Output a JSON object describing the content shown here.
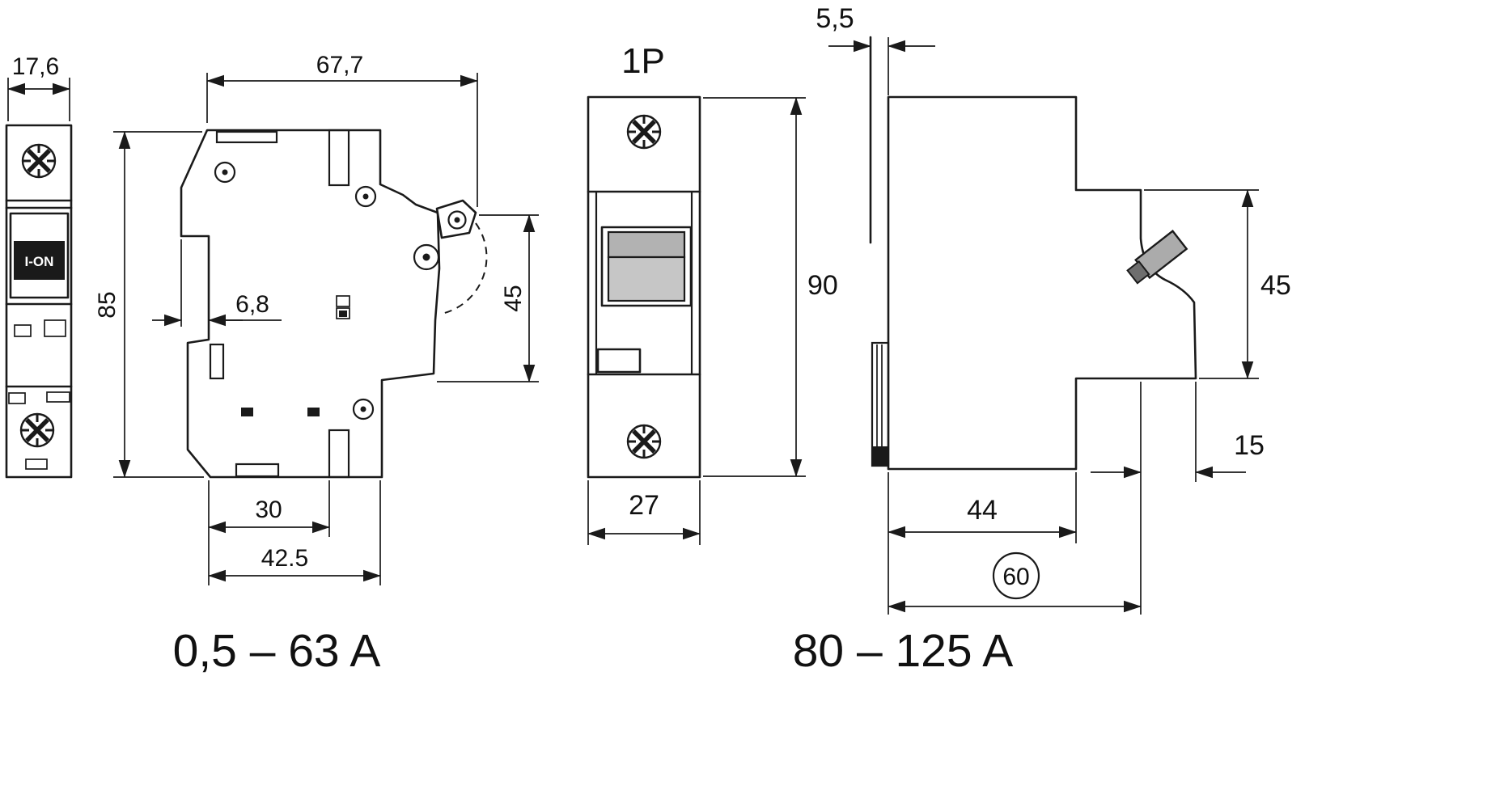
{
  "colors": {
    "line": "#1a1a1a",
    "toggle_gray": "#c6c6c6",
    "toggle_gray_dark": "#b2b2b2",
    "tab_gray": "#ababab",
    "tab_gray_dark": "#6e6e6e"
  },
  "front_narrow": {
    "dim_width": "17,6",
    "toggle_label": "I-ON"
  },
  "side_profile": {
    "dim_top_width": "67,7",
    "dim_height": "85",
    "dim_front_offset": "6,8",
    "dim_terminal_height": "45",
    "dim_bottom_inner": "30",
    "dim_bottom_outer": "42.5",
    "range_label": "0,5 – 63 A"
  },
  "front_1p": {
    "pole_label": "1P",
    "dim_height": "90",
    "dim_width": "27"
  },
  "side_ht": {
    "dim_rail_offset": "5,5",
    "dim_terminal_height": "45",
    "dim_terminal_depth": "15",
    "dim_body_depth": "44",
    "dim_overall_depth": "60",
    "range_label": "80 – 125 A"
  }
}
